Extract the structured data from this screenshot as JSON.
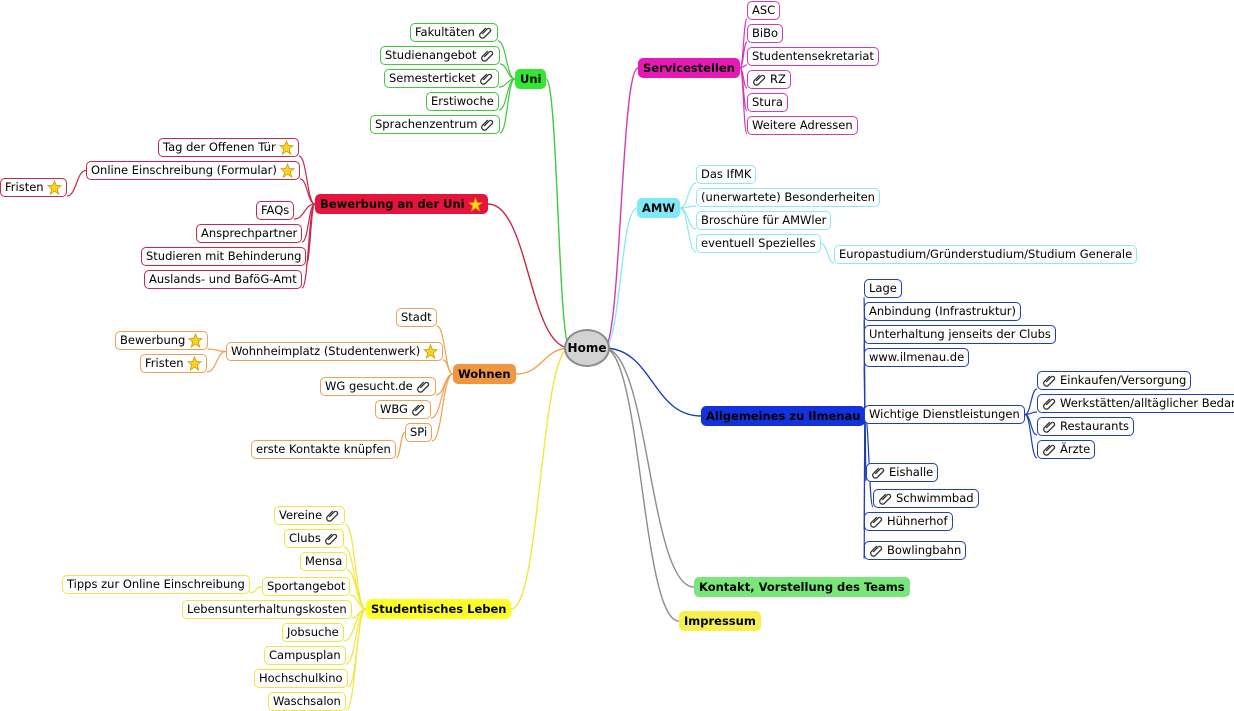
{
  "colors": {
    "green": "#3fc93f",
    "green_fill": "#33e633",
    "pink": "#d23bb4",
    "pink_fill": "#e619b4",
    "cyan": "#8ee8f4",
    "cyan_fill": "#7fe8f8",
    "red": "#c8284b",
    "red_fill": "#e6143c",
    "orange": "#f0a050",
    "orange_fill": "#f0963c",
    "blue": "#1f3fb4",
    "blue_fill": "#1432dc",
    "yellow": "#f2e63c",
    "yellow_fill": "#ffff28",
    "gray": "#8c8c8c",
    "kontakt_fill": "#78e678",
    "impressum_fill": "#f5f050"
  },
  "home": {
    "label": "Home"
  },
  "uni": {
    "label": "Uni",
    "children": [
      "Fakultäten",
      "Studienangebot",
      "Semesterticket",
      "Erstiwoche",
      "Sprachenzentrum"
    ]
  },
  "bewerbung": {
    "label": "Bewerbung an der Uni",
    "children": [
      "Tag der Offenen Tür",
      "Online Einschreibung (Formular)",
      "FAQs",
      "Ansprechpartner",
      "Studieren mit Behinderung",
      "Auslands- und BaföG-Amt"
    ],
    "sub_fristen": "Fristen"
  },
  "wohnen": {
    "label": "Wohnen",
    "children": [
      "Stadt",
      "Wohnheimplatz (Studentenwerk)",
      "WG gesucht.de",
      "WBG",
      "SPi"
    ],
    "sub_bewerbung": "Bewerbung",
    "sub_fristen": "Fristen",
    "sub_kontakte": "erste Kontakte knüpfen"
  },
  "leben": {
    "label": "Studentisches Leben",
    "children": [
      "Vereine",
      "Clubs",
      "Mensa",
      "Sportangebot",
      "Lebensunterhaltungskosten",
      "Jobsuche",
      "Campusplan",
      "Hochschulkino",
      "Waschsalon"
    ],
    "sub_tipps": "Tipps zur Online Einschreibung"
  },
  "service": {
    "label": "Servicestellen",
    "children": [
      "ASC",
      "BiBo",
      "Studentensekretariat",
      "RZ",
      "Stura",
      "Weitere Adressen"
    ]
  },
  "amw": {
    "label": "AMW",
    "children": [
      "Das IfMK",
      "(unerwartete) Besonderheiten",
      "Broschüre für AMWler",
      "eventuell Spezielles"
    ],
    "sub_euro": "Europastudium/Gründerstudium/Studium Generale"
  },
  "ilmenau": {
    "label": "Allgemeines zu Ilmenau",
    "children": [
      "Lage",
      "Anbindung (Infrastruktur)",
      "Unterhaltung jenseits der Clubs",
      "www.ilmenau.de",
      "Wichtige Dienstleistungen",
      "Eishalle",
      "Schwimmbad",
      "Hühnerhof",
      "Bowlingbahn"
    ],
    "dienst": [
      "Einkaufen/Versorgung",
      "Werkstätten/alltäglicher Bedarf",
      "Restaurants",
      "Ärzte"
    ]
  },
  "kontakt": {
    "label": "Kontakt, Vorstellung des Teams"
  },
  "impressum": {
    "label": "Impressum"
  }
}
